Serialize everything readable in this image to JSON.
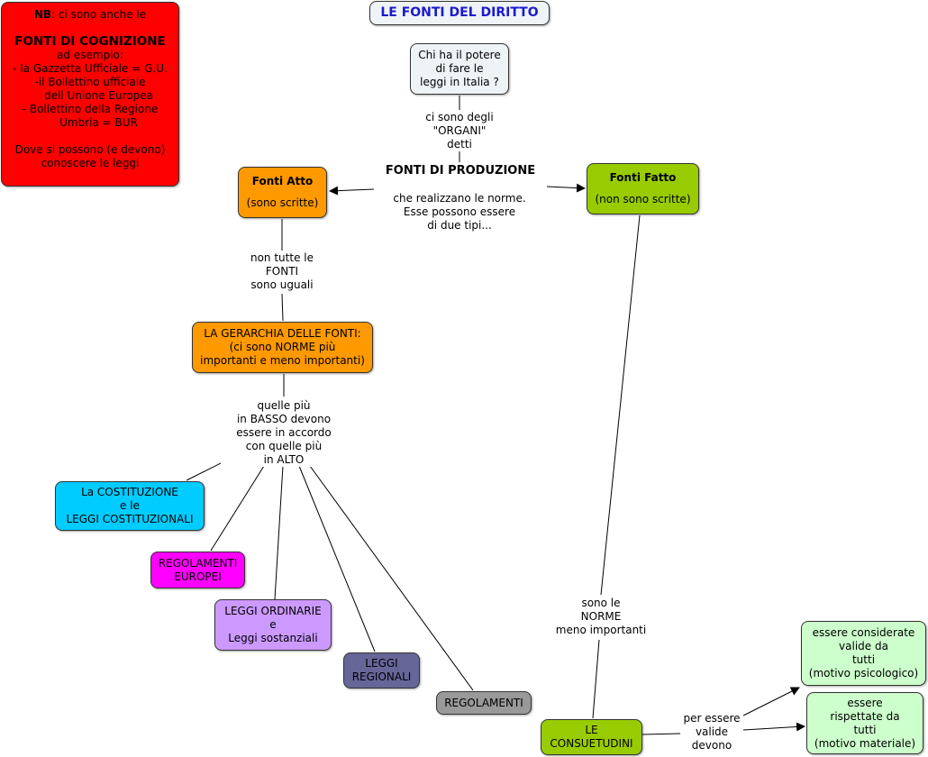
{
  "title": "LE FONTI DEL DIRITTO",
  "colors": {
    "title_text": "#1a1acc",
    "title_bg": "#eef3f6",
    "question_bg": "#eef3f6",
    "nb_bg": "#ff0000",
    "atto_bg": "#ff9900",
    "fatto_bg": "#99cc00",
    "costituzione_bg": "#00ccff",
    "regolamenti_europei_bg": "#ff00ff",
    "leggi_ordinarie_bg": "#cc99ff",
    "leggi_regionali_bg": "#666699",
    "regolamenti_bg": "#999999",
    "valide_bg": "#ccffcc"
  },
  "nodes": {
    "nb": {
      "prefix": "NB",
      "intro": ": ci sono anche le",
      "heading": "FONTI DI COGNIZIONE",
      "body": "ad esempio:\n- la Gazzetta Ufficiale = G.U.\n-il Bollettino ufficiale\n     dell Unione Europea\n- Bollettino della Regione\n     Umbria = BUR\n\nDove si possono (e devono)\nconoscere le leggi"
    },
    "question": "Chi ha il potere\ndi fare le\nleggi in Italia ?",
    "fonti_atto": {
      "title": "Fonti Atto",
      "subtitle": "(sono scritte)"
    },
    "fonti_fatto": {
      "title": "Fonti Fatto",
      "subtitle": "(non sono scritte)"
    },
    "gerarchia": "LA GERARCHIA DELLE FONTI:\n(ci sono NORME più\nimportanti e meno importanti)",
    "costituzione": "La COSTITUZIONE\ne le\nLEGGI COSTITUZIONALI",
    "regolamenti_europei": "REGOLAMENTI\nEUROPEI",
    "leggi_ordinarie": "LEGGI ORDINARIE\ne\nLeggi sostanziali",
    "leggi_regionali": "LEGGI\nREGIONALI",
    "regolamenti": "REGOLAMENTI",
    "consuetudini": "LE\nCONSUETUDINI",
    "valide_psicologico": "essere considerate\nvalide da\ntutti\n(motivo psicologico)",
    "valide_materiale": "essere\nrispettate da\ntutti\n(motivo materiale)"
  },
  "links": {
    "organi": "ci sono degli\n\"ORGANI\"\ndetti",
    "produzione_title": "FONTI DI PRODUZIONE",
    "produzione_body": "che realizzano le norme.\nEsse possono essere\ndi due tipi...",
    "non_tutte": "non tutte le\nFONTI\nsono uguali",
    "quelle_piu": "quelle più\nin BASSO devono\nessere in accordo\ncon quelle più\nin ALTO",
    "norme_meno": "sono le\nNORME\nmeno importanti",
    "per_essere": "per essere\nvalide\ndevono"
  }
}
